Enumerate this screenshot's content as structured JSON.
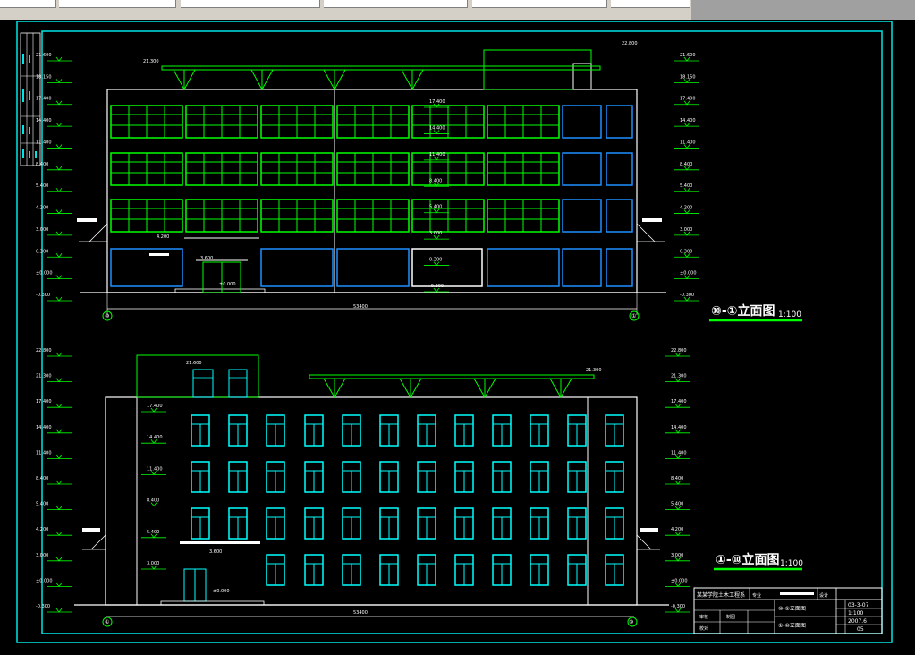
{
  "colors": {
    "background": "#000000",
    "frame": "#00e5e5",
    "line": "#ffffff",
    "window_front": "#00ff00",
    "window_blue": "#1e90ff",
    "window_rear": "#00ffff",
    "title_underline": "#00ff00"
  },
  "elevation_front": {
    "title": "⑩-①立面图",
    "scale": "1:100",
    "axis_left": "⑩",
    "axis_right": "①",
    "total_dim": "53400",
    "levels_left": [
      "21.600",
      "18.150",
      "17.400",
      "14.400",
      "11.400",
      "8.400",
      "5.400",
      "4.200",
      "3.000",
      "0.300",
      "±0.000",
      "-0.300"
    ],
    "levels_right": [
      "21.600",
      "18.150",
      "17.400",
      "14.400",
      "11.400",
      "8.400",
      "5.400",
      "4.200",
      "3.000",
      "0.300",
      "±0.000",
      "-0.300"
    ],
    "inner_levels": [
      "17.400",
      "14.400",
      "11.400",
      "8.400",
      "5.400",
      "3.000",
      "0.300",
      "-0.300"
    ],
    "canopy_level": "21.300",
    "stair_level": "22.800",
    "entry_level": "3.600",
    "door_level": "±0.000",
    "left_canopy_level": "4.200"
  },
  "elevation_rear": {
    "title": "①-⑩立面图",
    "scale": "1:100",
    "axis_left": "①",
    "axis_right": "⑩",
    "total_dim": "53400",
    "levels_left": [
      "22.800",
      "21.300",
      "17.400",
      "14.400",
      "11.400",
      "8.400",
      "5.400",
      "4.200",
      "3.000",
      "±0.000",
      "-0.300"
    ],
    "levels_right": [
      "22.800",
      "21.300",
      "17.400",
      "14.400",
      "11.400",
      "8.400",
      "5.400",
      "4.200",
      "3.000",
      "±0.000",
      "-0.300"
    ],
    "inner_levels": [
      "17.400",
      "14.400",
      "11.400",
      "8.400",
      "5.400",
      "3.000"
    ],
    "stair_level": "21.600",
    "canopy_level": "21.300",
    "entry_level": "3.600",
    "door_level": "±0.000"
  },
  "title_block": {
    "school": "某某学院土木工程系",
    "col_label_1": "专业",
    "col_label_2": "设计",
    "drawing_name_1": "⑩-①立面图",
    "drawing_name_2": "①-⑩立面图",
    "role_1": "审核",
    "role_2": "校对",
    "role_3": "制图",
    "number": "03-3-07",
    "scale": "1:100",
    "date": "2007.6",
    "sheet": "05"
  }
}
